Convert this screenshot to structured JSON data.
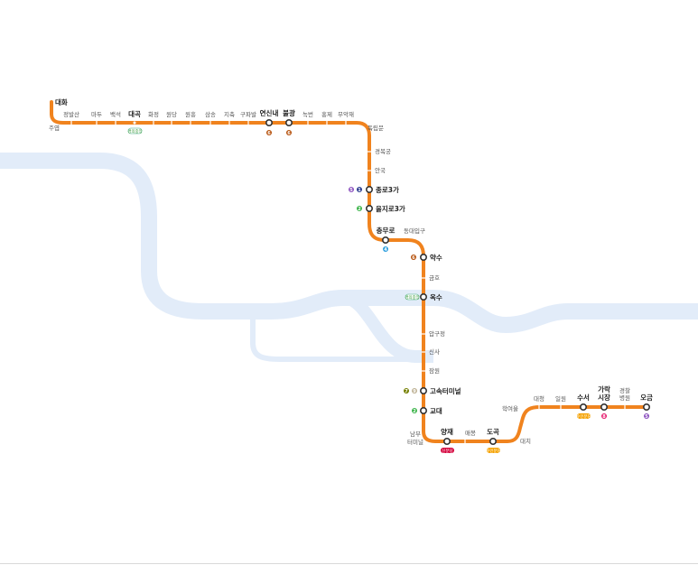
{
  "colors": {
    "line": "#f0831e",
    "river": "#e2ecf9",
    "station_fill": "#ffffff",
    "station_stroke": "#333333",
    "line_1": "#2a3c8f",
    "line_2": "#3cb44a",
    "line_3": "#ef7c1c",
    "line_4": "#2c9ede",
    "line_5": "#8a4fbe",
    "line_6": "#b5500b",
    "line_7": "#747f00",
    "line_9": "#bdb092",
    "gyeongui_jungang": "#77c4a3",
    "shinbundang": "#d4003b",
    "suin_bundang": "#f5a200"
  },
  "stations": {
    "daehwa": "대화",
    "juyeop": "주엽",
    "jeongbalsan": "정발산",
    "madu": "마두",
    "baekseok": "백석",
    "daegok": "대곡",
    "hwajeong": "화정",
    "wondang": "원당",
    "wonheung": "원흥",
    "samsong": "삼송",
    "jichuk": "지축",
    "gupabal": "구파발",
    "yeonsinnae": "연신내",
    "bulgwang": "불광",
    "nokbeon": "녹번",
    "hongje": "홍제",
    "muakjae": "무악재",
    "dongnimmun": "독립문",
    "gyeongbokgung": "경복궁",
    "anguk": "안국",
    "jongno3ga": "종로3가",
    "euljiro3ga": "을지로3가",
    "chungmuro": "충무로",
    "dongdaemun": "동대입구",
    "yaksu": "약수",
    "geumho": "금호",
    "oksu": "옥수",
    "apgujeong": "압구정",
    "sinsa": "신사",
    "jamwon": "잠원",
    "express_bus": "고속터미널",
    "gyodae": "교대",
    "nambu_1": "남부",
    "nambu_2": "터미널",
    "yangjae": "양재",
    "maebong": "매봉",
    "dogok": "도곡",
    "daechi": "대치",
    "hagyeoul": "학여울",
    "daecheong": "대청",
    "irwon": "일원",
    "suseo": "수서",
    "garak_1": "가락",
    "garak_2": "시장",
    "police_1": "경찰",
    "police_2": "병원",
    "ogeum": "오금"
  },
  "badges": {
    "gyeongui": "경의중앙",
    "shinbundang": "신분당",
    "suin": "수인분당"
  },
  "transfer_lines": {
    "daegok": [
      "gyeongui_jungang"
    ],
    "yeonsinnae": [
      "6"
    ],
    "bulgwang": [
      "6"
    ],
    "jongno3ga": [
      "5",
      "1"
    ],
    "euljiro3ga": [
      "2"
    ],
    "chungmuro": [
      "4"
    ],
    "yaksu": [
      "6"
    ],
    "oksu": [
      "gyeongui_jungang"
    ],
    "express_bus": [
      "7",
      "9"
    ],
    "gyodae": [
      "2"
    ],
    "yangjae": [
      "shinbundang"
    ],
    "dogok": [
      "suin_bundang"
    ],
    "suseo": [
      "suin_bundang"
    ],
    "garak": [
      "8"
    ],
    "ogeum": [
      "5"
    ]
  },
  "badge_digits": {
    "l1": "1",
    "l2": "2",
    "l4": "4",
    "l5": "5",
    "l6": "6",
    "l7": "7",
    "l8": "8",
    "l9": "9"
  }
}
